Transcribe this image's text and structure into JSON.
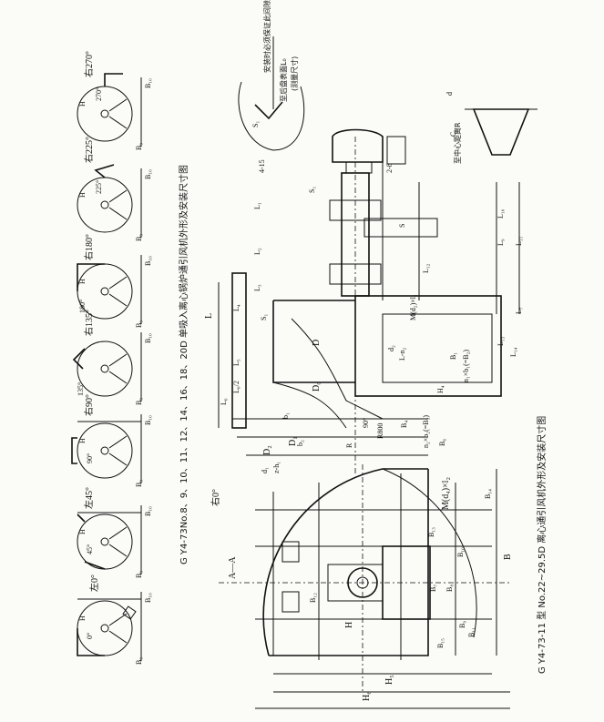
{
  "title_upper": "G Y4-73No.8、9、10、11、12、14、16、18、20D 单吸入离心锅炉通引风机外形及安装尺寸图",
  "title_lower": "G Y4-73-11 型 No.22~29.5D 离心通引风机外形及安装尺寸图",
  "rotation_views": [
    {
      "label": "左0°",
      "angle": "0°"
    },
    {
      "label": "左45°",
      "angle": "45°"
    },
    {
      "label": "右90°",
      "angle": "90°"
    },
    {
      "label": "右135°",
      "angle": "135°"
    },
    {
      "label": "右180°",
      "angle": "180°"
    },
    {
      "label": "右225°",
      "angle": "225°"
    },
    {
      "label": "右270°",
      "angle": "270°"
    }
  ],
  "view_dims": {
    "h": "H",
    "b10": "B₁₀",
    "b9": "B₉"
  },
  "main_view_label": "右0°",
  "section_label": "A—A",
  "notes": {
    "install_note": "安装时必须保证此间隙",
    "gap_label": "至后盘表面L₀",
    "gap_sub": "(测量尺寸)",
    "center_note": "至中心距离R",
    "s1": "S₁",
    "ell": "2-8",
    "c": "C",
    "d": "d"
  },
  "side_dims": {
    "L": "L",
    "L1": "L₁",
    "L2": "L₂",
    "L3": "L₃",
    "L4": "L₄",
    "L5": "L₅",
    "L6": "L₆",
    "L6half": "L₆/2",
    "L7": "L₇",
    "L9": "L₉",
    "L10": "L₁₀",
    "L11": "L₁₁",
    "L12": "L₁₂",
    "L13": "L₁₃",
    "L14": "L₁₄",
    "S": "S",
    "S1": "S₁",
    "l15": "4-15",
    "D": "D",
    "D0": "D₀",
    "D1": "D₁",
    "D2": "D₂",
    "d1": "d₁",
    "z": "z-h₁",
    "R": "R",
    "R800": "R800",
    "B1": "B₁",
    "B4": "B₄",
    "B6": "B₆",
    "b1": "b₁",
    "b2": "b₂",
    "H4": "H₄",
    "holes": "n₁×b₁(=B₂)",
    "holes2": "n₂×b₂(=B₃)",
    "bolt": "M(d₂)×l₁",
    "n2": "L-n₂",
    "d2": "d₂",
    "ang": "90°"
  },
  "front_dims": {
    "bolt": "M(d₄)×l₂",
    "B": "B",
    "B7": "B₇",
    "B8": "B₈",
    "B9": "B₉",
    "B10": "B₁₀",
    "B11": "B₁₁",
    "B12": "B₁₂",
    "B13": "B₁₃",
    "B14": "B₁₄",
    "B15": "B₁₅",
    "H": "H",
    "H5": "H₅",
    "H6": "H₆",
    "A": "A"
  }
}
